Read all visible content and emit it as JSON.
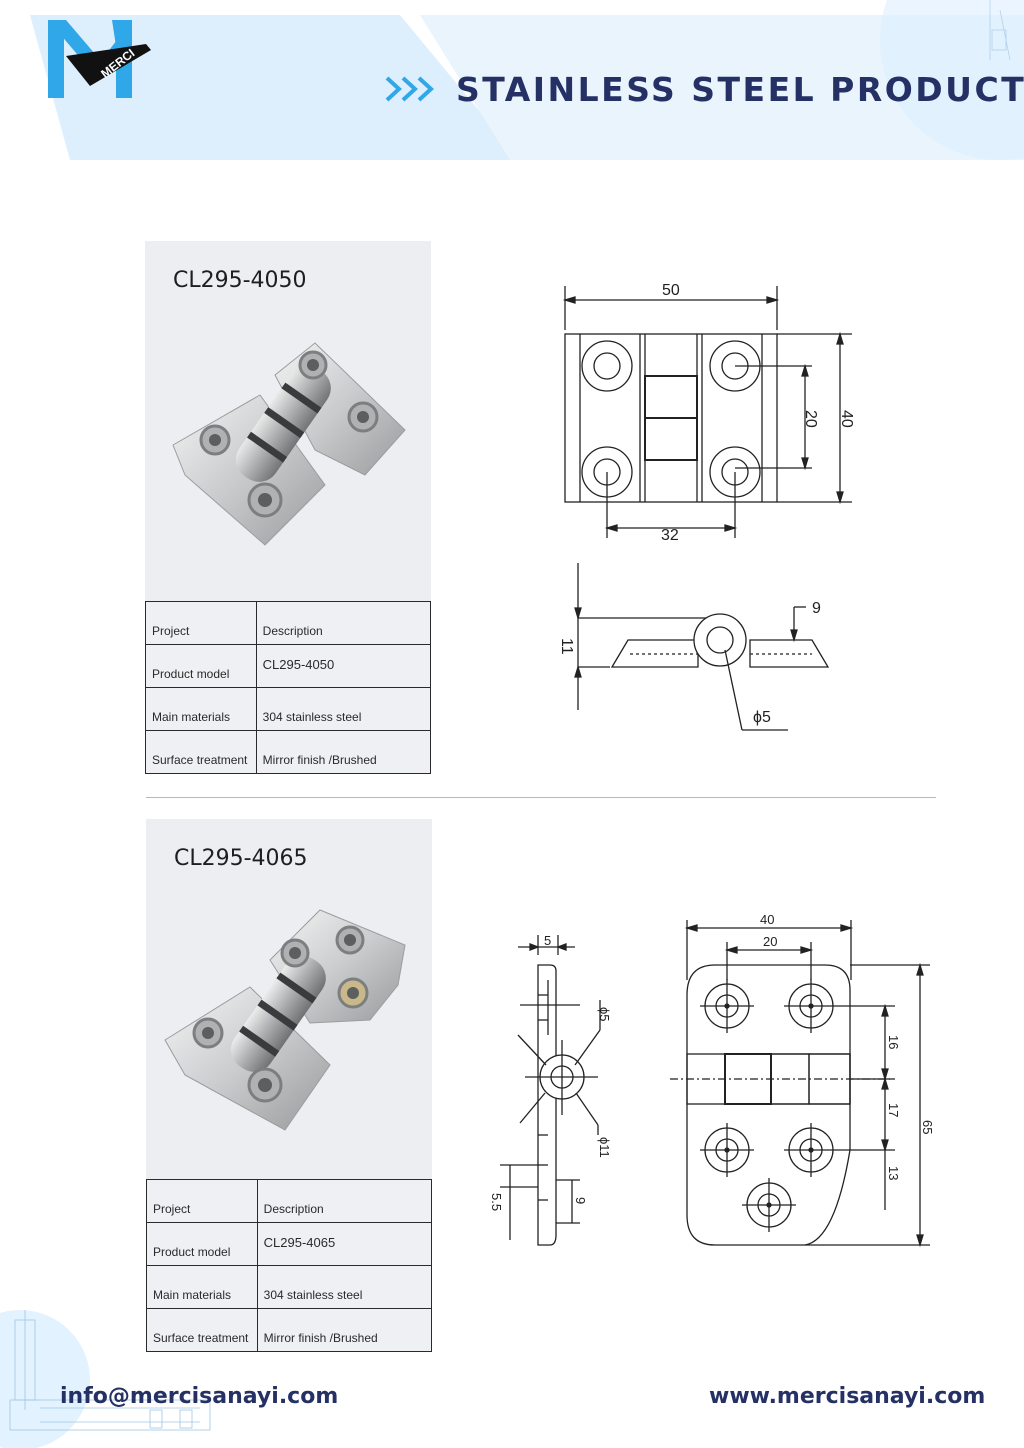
{
  "header": {
    "logo_text": "MERCI",
    "title": "STAINLESS STEEL PRODUCTS",
    "colors": {
      "navy": "#253064",
      "light_blue": "#dcefff",
      "cyan": "#2fa7e8"
    }
  },
  "products": [
    {
      "model": "CL295-4050",
      "table": {
        "col1_header": "Project",
        "col2_header": "Description",
        "rows": [
          {
            "label": "Product model",
            "value": "CL295-4050"
          },
          {
            "label": "Main materials",
            "value": "304 stainless steel"
          },
          {
            "label": "Surface treatment",
            "value": "Mirror finish /Brushed"
          }
        ]
      },
      "drawing_dims": {
        "width": "50",
        "hole_spacing_vertical": "20",
        "height": "40",
        "hole_spacing_horizontal": "32",
        "thickness": "11",
        "leaf_offset": "9",
        "pin_diameter": "ϕ5"
      }
    },
    {
      "model": "CL295-4065",
      "table": {
        "col1_header": "Project",
        "col2_header": "Description",
        "rows": [
          {
            "label": "Product model",
            "value": "CL295-4065"
          },
          {
            "label": "Main materials",
            "value": "304 stainless steel"
          },
          {
            "label": "Surface treatment",
            "value": "Mirror finish /Brushed"
          }
        ]
      },
      "drawing_dims": {
        "side_top": "5",
        "pin_diameter": "ϕ5",
        "knuckle_diameter": "ϕ11",
        "side_bottom_a": "5.5",
        "side_bottom_b": "9",
        "width": "40",
        "hole_spacing": "20",
        "height": "65",
        "spacing_1": "16",
        "spacing_2": "17",
        "spacing_3": "13"
      }
    }
  ],
  "footer": {
    "email": "info@mercisanayi.com",
    "website": "www.mercisanayi.com"
  }
}
